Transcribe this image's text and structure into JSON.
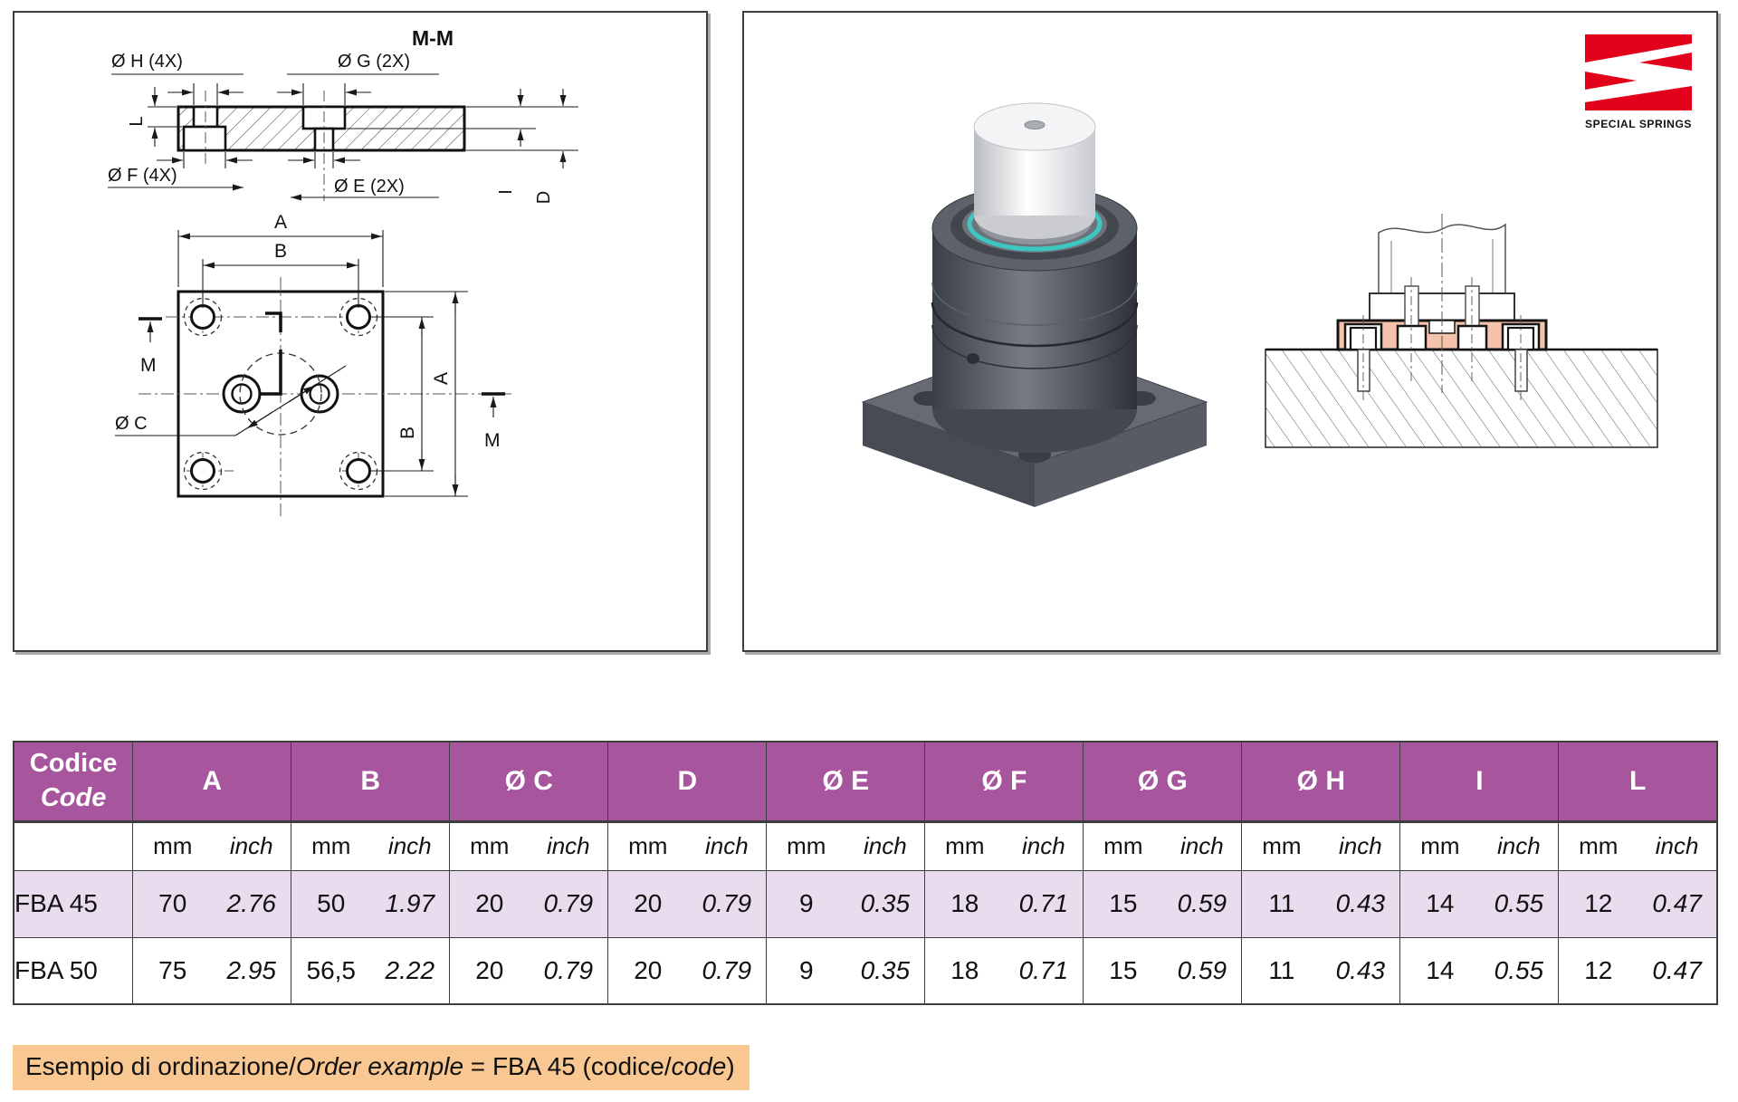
{
  "logo": {
    "text": "SPECIAL SPRINGS",
    "color": "#e2001a"
  },
  "drawing": {
    "label_oh": "Ø H (4X)",
    "label_og": "Ø G (2X)",
    "label_section": "M-M",
    "label_l": "L",
    "label_of": "Ø F (4X)",
    "label_oe": "Ø E (2X)",
    "label_i": "I",
    "label_d": "D",
    "label_a": "A",
    "label_b": "B",
    "label_m": "M",
    "label_oc": "Ø C"
  },
  "table": {
    "code_header": {
      "it": "Codice",
      "en": "Code"
    },
    "columns": [
      "A",
      "B",
      "Ø C",
      "D",
      "Ø E",
      "Ø F",
      "Ø G",
      "Ø H",
      "I",
      "L"
    ],
    "units": {
      "mm": "mm",
      "inch": "inch"
    },
    "rows": [
      {
        "code": "FBA 45",
        "cells": [
          {
            "mm": "70",
            "inch": "2.76"
          },
          {
            "mm": "50",
            "inch": "1.97"
          },
          {
            "mm": "20",
            "inch": "0.79"
          },
          {
            "mm": "20",
            "inch": "0.79"
          },
          {
            "mm": "9",
            "inch": "0.35"
          },
          {
            "mm": "18",
            "inch": "0.71"
          },
          {
            "mm": "15",
            "inch": "0.59"
          },
          {
            "mm": "11",
            "inch": "0.43"
          },
          {
            "mm": "14",
            "inch": "0.55"
          },
          {
            "mm": "12",
            "inch": "0.47"
          }
        ]
      },
      {
        "code": "FBA 50",
        "cells": [
          {
            "mm": "75",
            "inch": "2.95"
          },
          {
            "mm": "56,5",
            "inch": "2.22"
          },
          {
            "mm": "20",
            "inch": "0.79"
          },
          {
            "mm": "20",
            "inch": "0.79"
          },
          {
            "mm": "9",
            "inch": "0.35"
          },
          {
            "mm": "18",
            "inch": "0.71"
          },
          {
            "mm": "15",
            "inch": "0.59"
          },
          {
            "mm": "11",
            "inch": "0.43"
          },
          {
            "mm": "14",
            "inch": "0.55"
          },
          {
            "mm": "12",
            "inch": "0.47"
          }
        ]
      }
    ]
  },
  "order_example": {
    "part1_it": "Esempio di ordinazione/",
    "part2_en": "Order example",
    "part3": " = FBA 45 (codice/",
    "part4": "code",
    "part5": ")"
  },
  "colors": {
    "header_purple": "#a7569d",
    "row_tint": "#e9dcee",
    "highlight_orange": "#f9c791",
    "flange_salmon": "#f5c3ab",
    "seal_teal": "#3cc8c0",
    "logo_red": "#e2001a"
  }
}
